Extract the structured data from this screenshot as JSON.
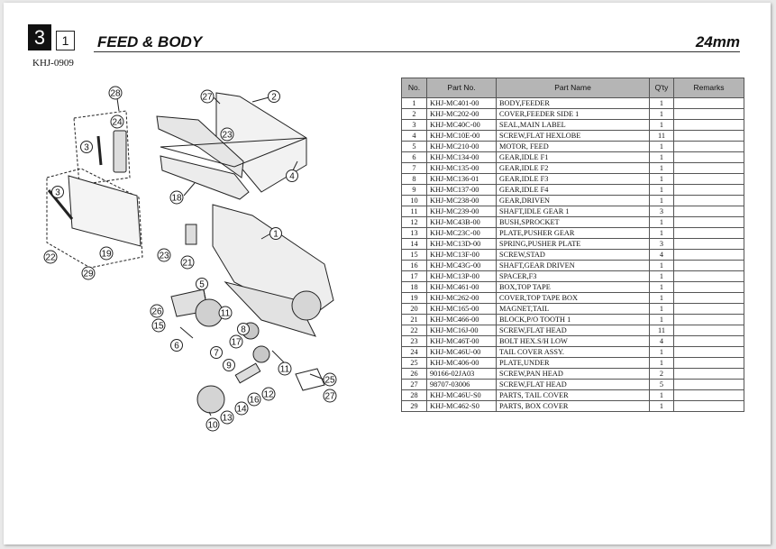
{
  "header": {
    "section": "3",
    "subsection": "1",
    "title": "FEED & BODY",
    "size": "24mm",
    "model": "KHJ-0909"
  },
  "diagram": {
    "callouts": [
      "28",
      "24",
      "3",
      "3",
      "27",
      "2",
      "23",
      "4",
      "18",
      "1",
      "22",
      "19",
      "29",
      "23",
      "21",
      "5",
      "26",
      "15",
      "11",
      "6",
      "8",
      "17",
      "7",
      "9",
      "11",
      "25",
      "12",
      "16",
      "27",
      "14",
      "13",
      "10"
    ]
  },
  "parts_table": {
    "headers": [
      "No.",
      "Part No.",
      "Part Name",
      "Q'ty",
      "Remarks"
    ],
    "rows": [
      [
        "1",
        "KHJ-MC401-00",
        "BODY,FEEDER",
        "1",
        ""
      ],
      [
        "2",
        "KHJ-MC202-00",
        "COVER,FEEDER SIDE 1",
        "1",
        ""
      ],
      [
        "3",
        "KHJ-MC40C-00",
        "SEAL,MAIN LABEL",
        "1",
        ""
      ],
      [
        "4",
        "KHJ-MC10E-00",
        "SCREW,FLAT HEXLOBE",
        "11",
        ""
      ],
      [
        "5",
        "KHJ-MC210-00",
        "MOTOR, FEED",
        "1",
        ""
      ],
      [
        "6",
        "KHJ-MC134-00",
        "GEAR,IDLE F1",
        "1",
        ""
      ],
      [
        "7",
        "KHJ-MC135-00",
        "GEAR,IDLE F2",
        "1",
        ""
      ],
      [
        "8",
        "KHJ-MC136-01",
        "GEAR,IDLE F3",
        "1",
        ""
      ],
      [
        "9",
        "KHJ-MC137-00",
        "GEAR,IDLE F4",
        "1",
        ""
      ],
      [
        "10",
        "KHJ-MC238-00",
        "GEAR,DRIVEN",
        "1",
        ""
      ],
      [
        "11",
        "KHJ-MC239-00",
        "SHAFT,IDLE GEAR 1",
        "3",
        ""
      ],
      [
        "12",
        "KHJ-MC43B-00",
        "BUSH,SPROCKET",
        "1",
        ""
      ],
      [
        "13",
        "KHJ-MC23C-00",
        "PLATE,PUSHER GEAR",
        "1",
        ""
      ],
      [
        "14",
        "KHJ-MC13D-00",
        "SPRING,PUSHER PLATE",
        "3",
        ""
      ],
      [
        "15",
        "KHJ-MC13F-00",
        "SCREW,STAD",
        "4",
        ""
      ],
      [
        "16",
        "KHJ-MC43G-00",
        "SHAFT,GEAR DRIVEN",
        "1",
        ""
      ],
      [
        "17",
        "KHJ-MC13P-00",
        "SPACER,F3",
        "1",
        ""
      ],
      [
        "18",
        "KHJ-MC461-00",
        "BOX,TOP TAPE",
        "1",
        ""
      ],
      [
        "19",
        "KHJ-MC262-00",
        "COVER,TOP TAPE BOX",
        "1",
        ""
      ],
      [
        "20",
        "KHJ-MC165-00",
        "MAGNET,TAIL",
        "1",
        ""
      ],
      [
        "21",
        "KHJ-MC466-00",
        "BLOCK,P/O TOOTH 1",
        "1",
        ""
      ],
      [
        "22",
        "KHJ-MC16J-00",
        "SCREW,FLAT HEAD",
        "11",
        ""
      ],
      [
        "23",
        "KHJ-MC46T-00",
        "BOLT HEX.S/H LOW",
        "4",
        ""
      ],
      [
        "24",
        "KHJ-MC46U-00",
        "TAIL COVER ASSY.",
        "1",
        ""
      ],
      [
        "25",
        "KHJ-MC406-00",
        "PLATE,UNDER",
        "1",
        ""
      ],
      [
        "26",
        "90166-02JA03",
        "SCREW,PAN HEAD",
        "2",
        ""
      ],
      [
        "27",
        "98707-03006",
        "SCREW,FLAT HEAD",
        "5",
        ""
      ],
      [
        "28",
        "KHJ-MC46U-S0",
        "PARTS, TAIL COVER",
        "1",
        ""
      ],
      [
        "29",
        "KHJ-MC462-S0",
        "PARTS, BOX COVER",
        "1",
        ""
      ]
    ]
  }
}
